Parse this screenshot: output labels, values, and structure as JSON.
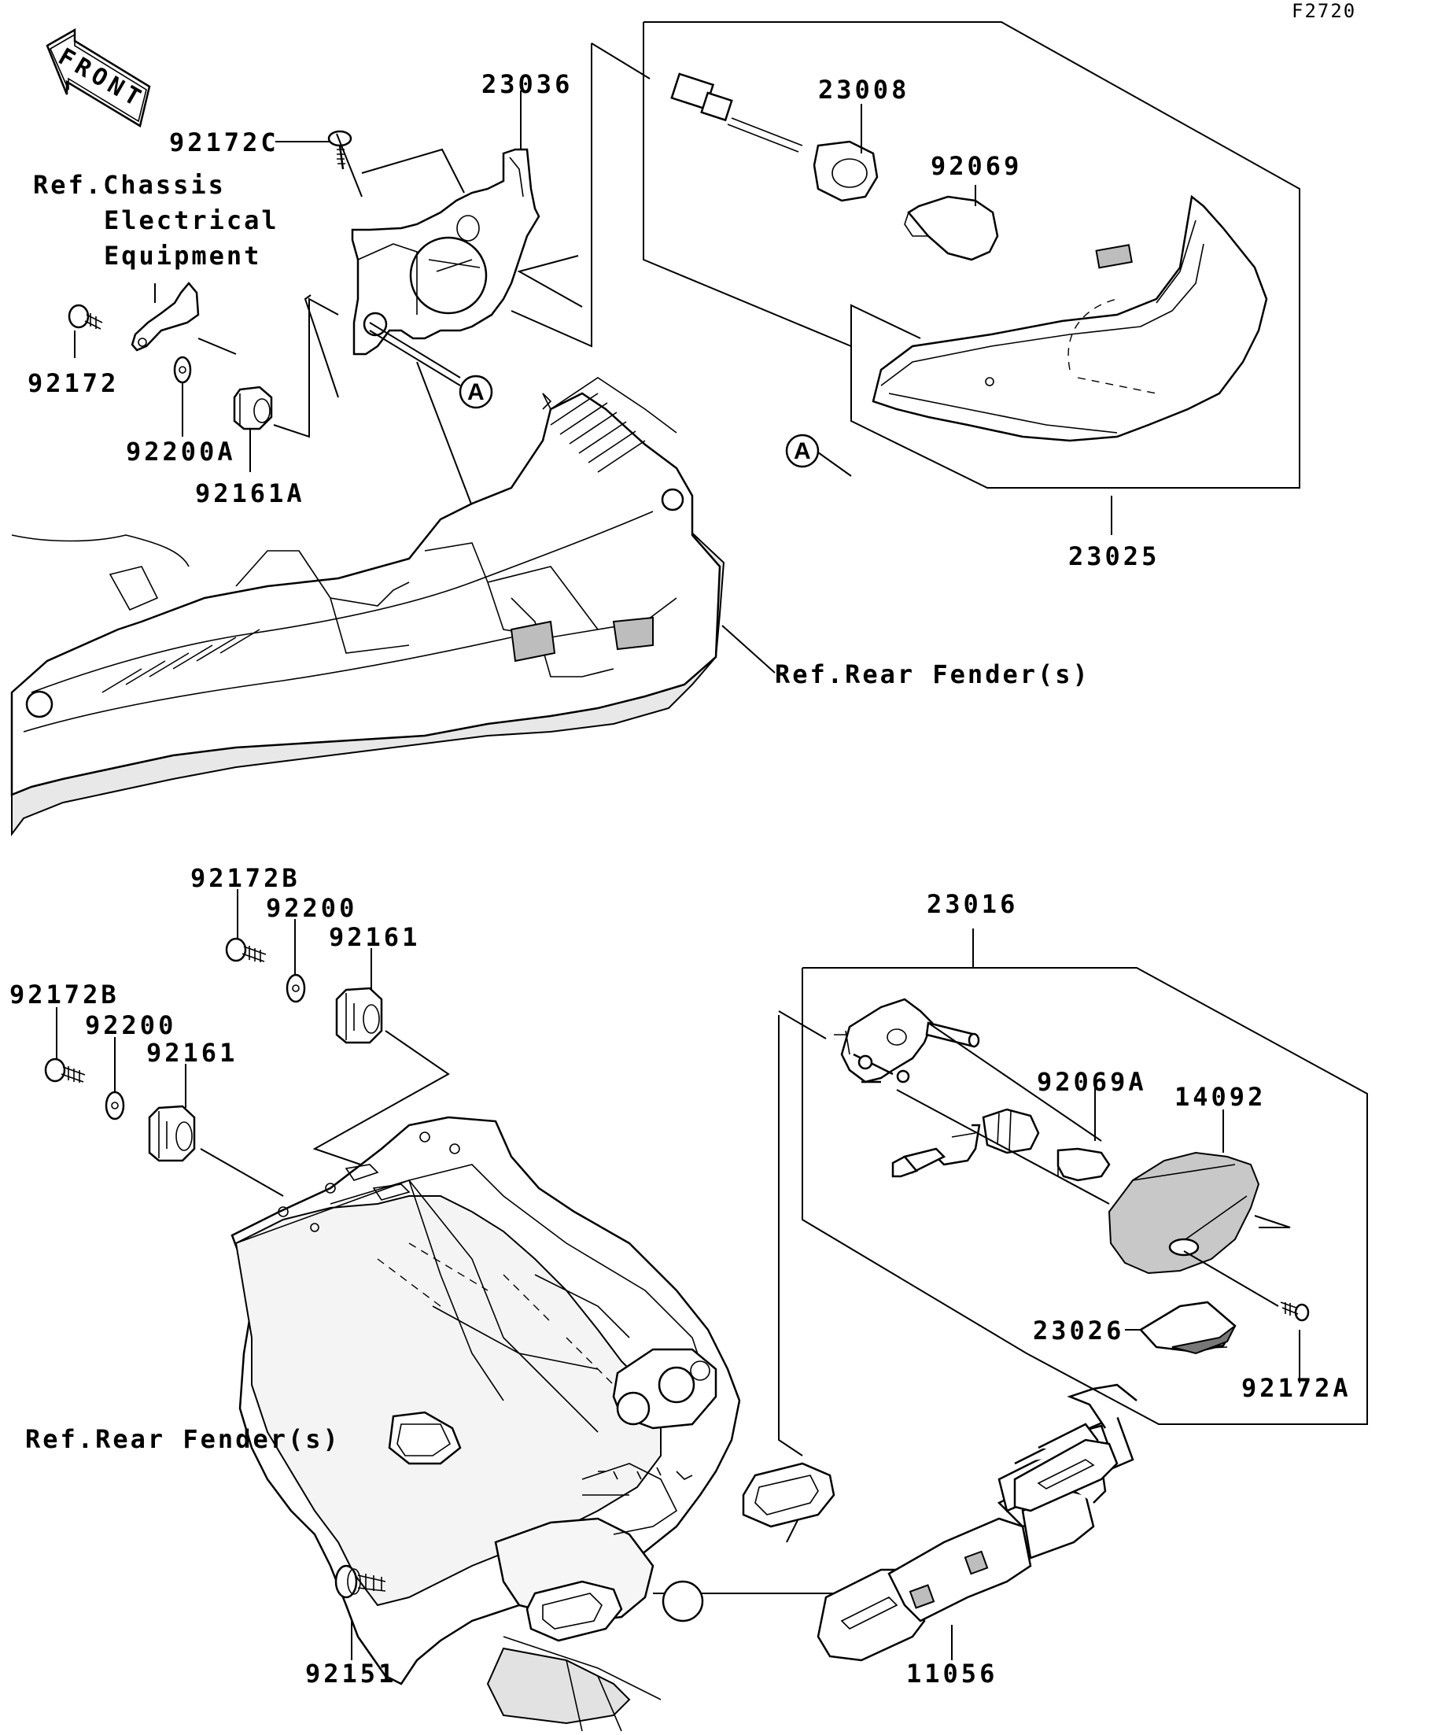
{
  "figure_code": "F2720",
  "front_arrow_label": "FRONT",
  "callout_marker": "A",
  "labels": {
    "p23036": "23036",
    "p92172C": "92172C",
    "p23008": "23008",
    "p92069": "92069",
    "p92172": "92172",
    "p92200A": "92200A",
    "p92161A": "92161A",
    "p23025": "23025",
    "p92172B_a": "92172B",
    "p92200_a": "92200",
    "p92161_a": "92161",
    "p92172B_b": "92172B",
    "p92200_b": "92200",
    "p92161_b": "92161",
    "p23016": "23016",
    "p92069A": "92069A",
    "p14092": "14092",
    "p23026": "23026",
    "p92172A": "92172A",
    "p92151": "92151",
    "p11056": "11056"
  },
  "references": {
    "chassis_line1": "Ref.Chassis",
    "chassis_line2": "Electrical",
    "chassis_line3": "Equipment",
    "rear_fender_top": "Ref.Rear Fender(s)",
    "rear_fender_bottom": "Ref.Rear Fender(s)"
  }
}
